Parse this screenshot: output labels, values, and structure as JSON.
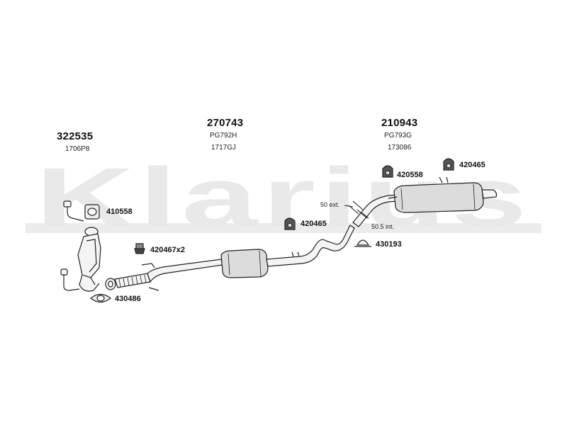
{
  "watermark": {
    "text": "Klarius",
    "color": "#e6e6e6"
  },
  "groups": [
    {
      "code": "322535",
      "lines": [
        "1706P8"
      ]
    },
    {
      "code": "270743",
      "lines": [
        "PG792H",
        "1717GJ"
      ]
    },
    {
      "code": "210943",
      "lines": [
        "PG793G",
        "173086"
      ]
    }
  ],
  "parts": [
    {
      "id": "410558",
      "text": "410558",
      "icon": "gasket-ring-icon"
    },
    {
      "id": "420467",
      "text": "420467x2",
      "icon": "rubber-mount-icon"
    },
    {
      "id": "430486",
      "text": "430486",
      "icon": "flange-gasket-icon"
    },
    {
      "id": "420465a",
      "text": "420465",
      "icon": "rubber-hanger-icon"
    },
    {
      "id": "430193",
      "text": "430193",
      "icon": "exhaust-clamp-icon"
    },
    {
      "id": "420558",
      "text": "420558",
      "icon": "rubber-hanger-icon"
    },
    {
      "id": "420465b",
      "text": "420465",
      "icon": "rubber-hanger-icon"
    }
  ],
  "notes": {
    "ext": "50 ext.",
    "int": "50.5 int."
  },
  "colors": {
    "line": "#222222",
    "pipe_fill": "#f4f4f4",
    "muffler_fill": "#dcdcdc"
  }
}
